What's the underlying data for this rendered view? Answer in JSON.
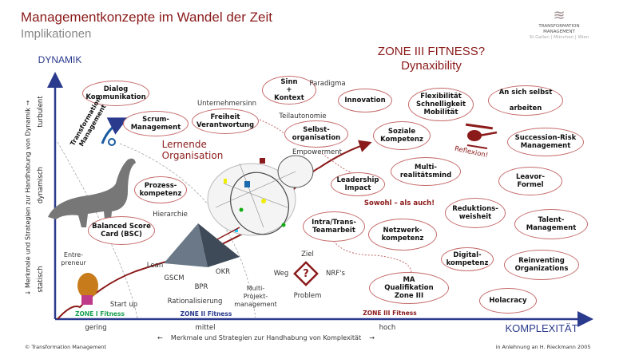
{
  "header": {
    "title": "Managementkonzepte im Wandel der Zeit",
    "subtitle": "Implikationen"
  },
  "logo": {
    "line1": "TRANSFORMATION",
    "line2": "MANAGEMENT",
    "line3": "St.Gallen | München | Wien"
  },
  "zone_heading": {
    "line1": "ZONE III FITNESS?",
    "line2": "Dynaxibility"
  },
  "axes": {
    "y_title": "DYNAMIK",
    "x_title": "KOMPLEXITÄT",
    "y_levels": [
      "turbulent",
      "dynamisch",
      "statisch"
    ],
    "x_levels": [
      "gering",
      "mittel",
      "hoch"
    ],
    "y_caption": "Merkmale und Strategien zur Handhabung von Dynamik",
    "x_caption": "Merkmale und Strategien zur Handhabung von Komplexität"
  },
  "zones": [
    "ZONE I Fitness",
    "ZONE II Fitness",
    "ZONE III Fitness"
  ],
  "colors": {
    "accent": "#8b1a1a",
    "axis": "#2a3a8c",
    "zone1": "#1aa050",
    "zone2": "#2a3a8c",
    "zone3": "#8b1a1a"
  },
  "bubbles": [
    "Dialog\nKommunikation",
    "Scrum-\nManagement",
    "Freiheit\nVerantwortung",
    "Sinn\n+\nKontext",
    "Innovation",
    "Flexibilität\nSchnelligkeit\nMobilität",
    "An sich selbst\n\narbeiten",
    "Selbst-\norganisation",
    "Soziale\nKompetenz",
    "Succession-Risk\nManagement",
    "Prozess-\nkompetenz",
    "Multi-\nrealitätsmind",
    "Leadership\nImpact",
    "Leavor-\nFormel",
    "Balanced Score\nCard (BSC)",
    "Intra/Trans-\nTeamarbeit",
    "Reduktions-\nweisheit",
    "Talent-\nManagement",
    "Netzwerk-\nkompetenz",
    "Digital-\nkompetenz",
    "Reinventing\nOrganizations",
    "MA\nQualifikation\nZone III",
    "Holacracy"
  ],
  "labels": {
    "paradigma": "Paradigma",
    "unternehmersinn": "Unternehmersinn",
    "teilautonomie": "Teilautonomie",
    "empowerment": "Empowerment",
    "hierarchie": "Hierarchie",
    "lernende": "Lernende\nOrganisation",
    "sowohl": "Sowohl – als auch!",
    "reflexion": "Reflexion!",
    "transformation": "Transformation\nManagement",
    "entrepreneur": "Entre-\npreneur",
    "lean": "Lean",
    "gscm": "GSCM",
    "bpr": "BPR",
    "okr": "OKR",
    "rationalisierung": "Rationalisierung",
    "startup": "Start up",
    "multiprojekt": "Multi-\nProjekt-\nmanagement",
    "ziel": "Ziel",
    "weg": "Weg",
    "nrf": "NRF's",
    "problem": "Problem",
    "question": "?"
  },
  "footer": {
    "left": "© Transformation  Management",
    "right": "in Anlehnung  an H. Rieckmann  2005"
  }
}
